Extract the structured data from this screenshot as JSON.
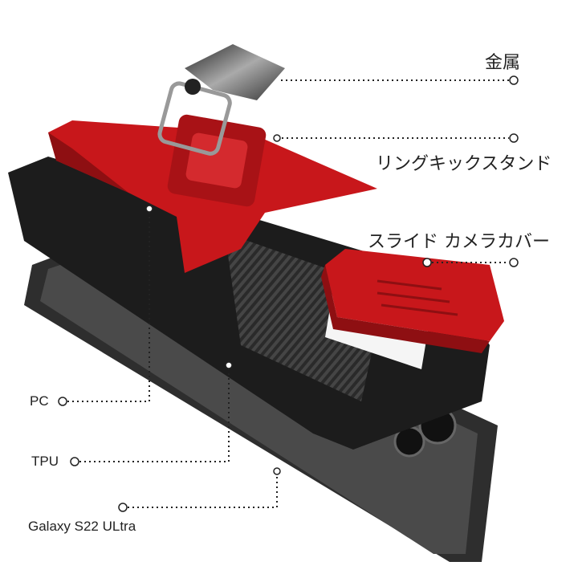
{
  "callouts": {
    "metal": "金属",
    "ring_kickstand": "リングキックスタンド",
    "slide_camera_cover": "スライド カメラカバー",
    "pc": "PC",
    "tpu": "TPU",
    "device": "Galaxy S22 ULtra"
  },
  "colors": {
    "case_red": "#c8171b",
    "case_black": "#1c1c1c",
    "phone_grey": "#3a3a3a",
    "callout_line": "#222222"
  }
}
